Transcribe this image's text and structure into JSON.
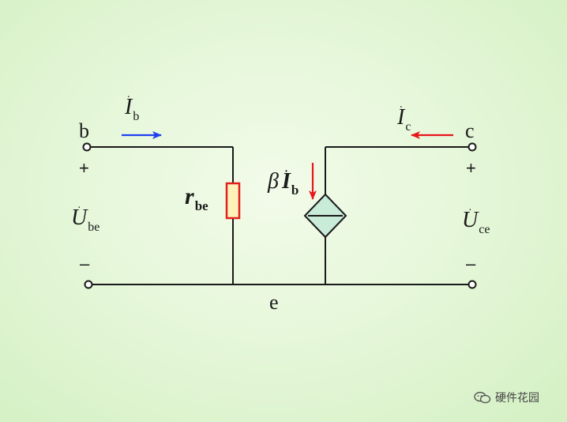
{
  "diagram": {
    "nodes": {
      "base": "b",
      "collector": "c",
      "emitter": "e"
    },
    "signs": {
      "input_plus": "+",
      "input_minus": "–",
      "output_plus": "+",
      "output_minus": "–"
    },
    "currents": {
      "base_symbol": "I",
      "base_sub": "b",
      "collector_symbol": "I",
      "collector_sub": "c",
      "dependent_coeff": "β",
      "dependent_symbol": "I",
      "dependent_sub": "b"
    },
    "voltages": {
      "input_symbol": "U",
      "input_sub": "be",
      "output_symbol": "U",
      "output_sub": "ce"
    },
    "resistor": {
      "symbol": "r",
      "sub": "be"
    },
    "colors": {
      "wire": "#1a1a1a",
      "resistor_stroke": "#e2211c",
      "resistor_fill": "#fdf3b9",
      "source_fill": "#c9ecd9",
      "base_arrow": "#1f3ff0",
      "collector_arrow": "#e8161b",
      "dependent_arrow": "#e8161b"
    }
  },
  "watermark": {
    "text": "硬件花园",
    "icon": "wechat-icon"
  }
}
